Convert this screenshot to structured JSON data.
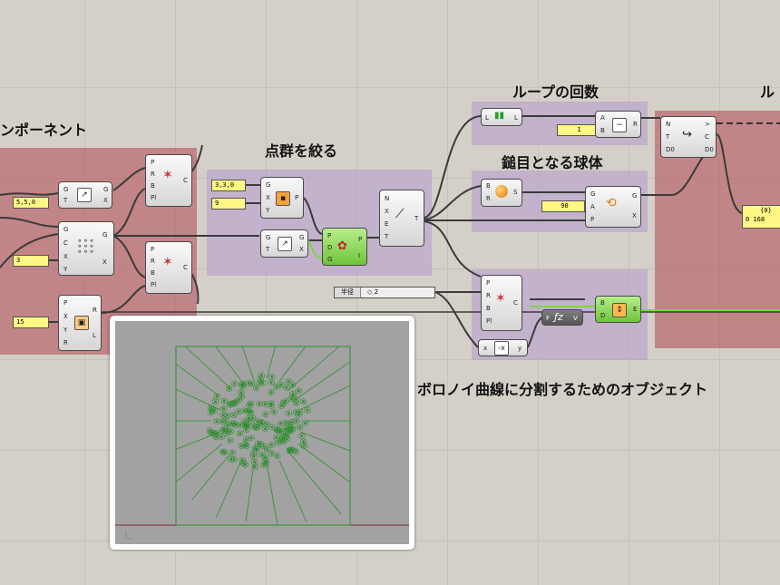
{
  "groups": {
    "components_title": "ンポーネント",
    "filter_points_title": "点群を絞る",
    "loop_count_title": "ループの回数",
    "mesh_sphere_title": "鎚目となる球体",
    "loop_title_fragment": "ル",
    "voronoi_objects_title": "ボロノイ曲線に分割するためのオブジェクト"
  },
  "panels": {
    "vec_a": "5,5,0",
    "count_a": "3",
    "count_b": "15",
    "vec_b": "3,3,0",
    "count_c": "9",
    "loop_value": "1",
    "angle_value": "90",
    "tree_path": "{0}",
    "tree_value": "0 168"
  },
  "slider": {
    "label": "半径",
    "value": "◇ 2"
  },
  "components": {
    "move_a": {
      "in": [
        "G",
        "T"
      ],
      "out": [
        "G",
        "X"
      ]
    },
    "grid": {
      "in": [
        "G",
        "C",
        "X",
        "Y"
      ],
      "out": [
        "G",
        "X"
      ]
    },
    "rect": {
      "in": [
        "P",
        "X",
        "Y",
        "R"
      ],
      "out": [
        "R",
        "L"
      ]
    },
    "vor_top": {
      "in": [
        "P",
        "R",
        "B",
        "Pl"
      ],
      "out": [
        "C"
      ]
    },
    "vor_mid": {
      "in": [
        "P",
        "R",
        "B",
        "Pl"
      ],
      "out": [
        "C"
      ]
    },
    "pop": {
      "in": [
        "G",
        "X",
        "Y"
      ],
      "out": [
        "P"
      ]
    },
    "move_b": {
      "in": [
        "G",
        "T"
      ],
      "out": [
        "G",
        "X"
      ]
    },
    "cull": {
      "in": [
        "P",
        "D",
        "G"
      ],
      "out": [
        "P",
        "I"
      ]
    },
    "entwine": {
      "in": [
        "N",
        "X",
        "E",
        "T"
      ],
      "out": [
        "T"
      ]
    },
    "list_len": {
      "in": [
        "L"
      ],
      "out": [
        "L"
      ]
    },
    "sub": {
      "in": [
        "A",
        "B"
      ],
      "out": [
        "R"
      ]
    },
    "sphere": {
      "in": [
        "B",
        "R"
      ],
      "out": [
        "S"
      ]
    },
    "rot": {
      "in": [
        "G",
        "A",
        "P"
      ],
      "out": [
        "G",
        "X"
      ]
    },
    "anemone": {
      "in": [
        "N",
        "T",
        "D0"
      ],
      "out": [
        ">",
        "C",
        "D0"
      ]
    },
    "vor_bot": {
      "in": [
        "P",
        "R",
        "B",
        "Pl"
      ],
      "out": [
        "C"
      ]
    },
    "neg": {
      "in": [
        "x"
      ],
      "out": [
        "y"
      ]
    },
    "fz": {
      "in": [
        "F"
      ],
      "out": [
        "V"
      ]
    },
    "split": {
      "in": [
        "B",
        "D"
      ],
      "out": [
        "E"
      ]
    }
  },
  "colors": {
    "red_group": "#b4555f",
    "purple_group": "#b7a0cd",
    "panel": "#fff784",
    "green_comp": "#7fd34a",
    "voronoi": "#2e8f2e"
  },
  "icons": [
    "voronoi-icon",
    "move-icon",
    "grid-icon",
    "rectangle-icon",
    "populate-icon",
    "cull-icon",
    "entwine-icon",
    "list-length-icon",
    "subtract-icon",
    "sphere-icon",
    "rotate-icon",
    "loop-icon",
    "negative-icon",
    "expression-icon",
    "split-brep-icon"
  ]
}
